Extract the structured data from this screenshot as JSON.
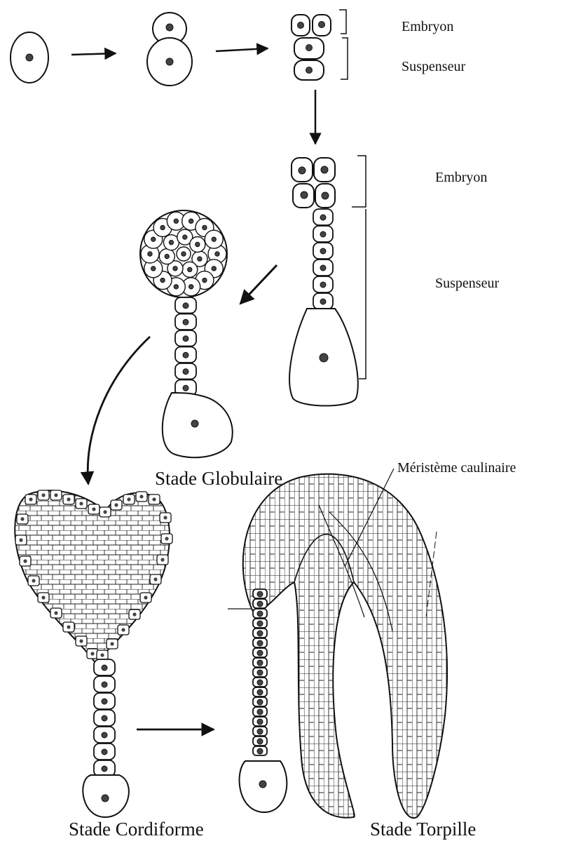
{
  "labels": {
    "embryon_top": "Embryon",
    "suspenseur_top": "Suspenseur",
    "embryon_mid": "Embryon",
    "suspenseur_mid": "Suspenseur",
    "meristeme": "Méristème caulinaire",
    "stade_globulaire": "Stade Globulaire",
    "stade_cordiforme": "Stade Cordiforme",
    "stade_torpille": "Stade Torpille"
  },
  "colors": {
    "ink": "#111111",
    "background": "#ffffff",
    "nucleus": "#444444"
  }
}
